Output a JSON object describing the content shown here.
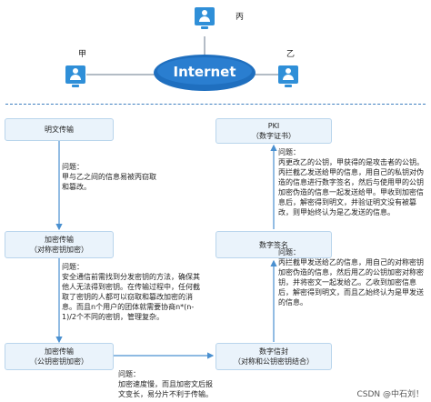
{
  "network": {
    "internet_label": "Internet",
    "person_left": "甲",
    "person_top": "丙",
    "person_right": "乙"
  },
  "flow": {
    "box_plain": "明文传输",
    "box_sym_line1": "加密传输",
    "box_sym_line2": "（对称密钥加密）",
    "box_asym_line1": "加密传输",
    "box_asym_line2": "（公钥密钥加密）",
    "box_envelope_line1": "数字信封",
    "box_envelope_line2": "（对称和公钥密钥结合）",
    "box_signature": "数字签名",
    "box_pki_line1": "PKI",
    "box_pki_line2": "（数字证书）"
  },
  "notes": {
    "plain_title": "问题：",
    "plain_body": "甲与乙之间的信息易被丙窃取和篡改。",
    "sym_title": "问题：",
    "sym_body": "安全通信前需找到分发密钥的方法，确保其他人无法得到密钥。在传输过程中，任何截取了密钥的人都可以窃取和篡改加密的消息。而且n个用户的团体就需要协商n*(n-1)/2个不同的密钥，管理复杂。",
    "asym_title": "问题：",
    "asym_body": "加密速度慢，而且加密文后报文变长，易分片不利于传输。",
    "envelope_title": "问题：",
    "envelope_body": "丙拦截甲发送给乙的信息，用自己的对称密钥加密伪造的信息，然后用乙的公钥加密对称密钥，并将密文一起发给乙。乙收到加密信息后，解密得到明文，而且乙始终认为是甲发送的信息。",
    "signature_title": "问题：",
    "signature_body": "丙更改乙的公钥，甲获得的是攻击者的公钥。丙拦截乙发送给甲的信息，用自己的私钥对伪造的信息进行数字签名，然后与使用甲的公钥加密伪造的信息一起发送给甲。甲收到加密信息后，解密得到明文，并验证明文没有被篡改，则甲始终认为是乙发送的信息。"
  },
  "watermark": "CSDN @中石刘！",
  "colors": {
    "box_fill": "#eaf3fb",
    "box_border": "#b9d5ec",
    "arrow": "#4a90d0",
    "icon": "#2f8fd8",
    "dash": "#3f7fc0"
  }
}
